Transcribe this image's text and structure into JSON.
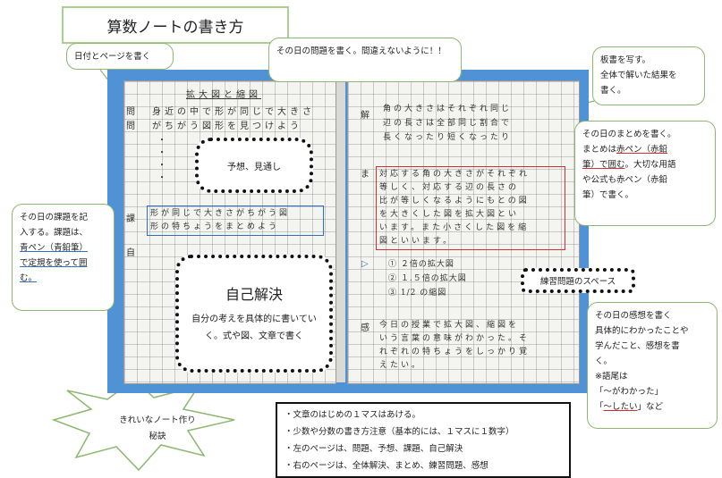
{
  "title": "算数ノートの書き方",
  "callouts": {
    "date": "日付とページを書く",
    "problem": "その日の問題を書く。間違えないように！！",
    "board": [
      "板書を写す。",
      "全体で解いた結果を",
      "書く。"
    ],
    "summary": {
      "line1": "その日のまとめを書く。",
      "line2_pre": "まとめは",
      "line2_u": "赤ペン（赤鉛",
      "line3_u": "筆）で囲む",
      "line3_post": "。大切な用語",
      "line4": "や公式も赤ペン（赤鉛",
      "line5": "筆）で書く。"
    },
    "task": {
      "line1": "その日の課題を記",
      "line2": "入する。課題は、",
      "line3_u": "青ペン（青鉛筆）",
      "line4_u": "で定規を使って囲",
      "line5_u": "む。"
    },
    "reflection": {
      "line1": "その日の感想を書く",
      "line2": "具体的にわかったことや",
      "line3": "学んだこと、感想を書",
      "line4": "く。",
      "line5": "※語尾は",
      "line6": "「～がわかった」",
      "line7_pre": "「",
      "line7_u": "～したい",
      "line7_post": "」など"
    },
    "prediction": "予想、見通し",
    "self_solve_title": "自己解決",
    "self_solve_body": "自分の考えを具体的に書いていく。式や図、文章で書く",
    "practice_space": "練習問題のスペース"
  },
  "burst": [
    "きれいなノート作り",
    "秘訣"
  ],
  "tips": [
    "・文章のはじめの１マスはあける。",
    "・少数や分数の書き方注意（基本的には、１マスに１数字）",
    "・左のページは、問題、予想、課題、自己解決",
    "・右のページは、全体解決、まとめ、練習問題、感想"
  ],
  "notebook": {
    "left_heading": "拡大図と縮図",
    "left_date_marks": [
      "問",
      "問"
    ],
    "left_lines": [
      "身近の中で形が同じで大きさ",
      "がちがう図形を見つけよう"
    ],
    "left_dots": [
      "・",
      "・",
      "・",
      "・"
    ],
    "left_task": [
      "形が同じで大きさがちがう図",
      "形の特ちょうをまとめよう"
    ],
    "left_labels": [
      "課",
      "自"
    ],
    "right_marks": [
      "解",
      "ま",
      "▷",
      "感"
    ],
    "right_top": [
      "角の大きさはそれぞれ同じ",
      "辺の長さは全部同じ割合で",
      "長くなったり短くなったり"
    ],
    "right_summary": [
      "対応する角の大きさがそれぞれ",
      "等しく、対応する辺の長さの",
      "比が等しくなるようにもとの図",
      "を大きくした図を拡大図とい",
      "います。また小さくした図を縮",
      "図といいます。"
    ],
    "right_practice": [
      "① ２倍の拡大図",
      "② １.５倍の拡大図",
      "③ 1/2 の縮図"
    ],
    "right_reflection": [
      "今日の授業で拡大図、縮図を",
      "いう言葉の意味がわかった。そ",
      "れぞれの特ちょうをしっかり覚",
      "えたい。"
    ]
  }
}
